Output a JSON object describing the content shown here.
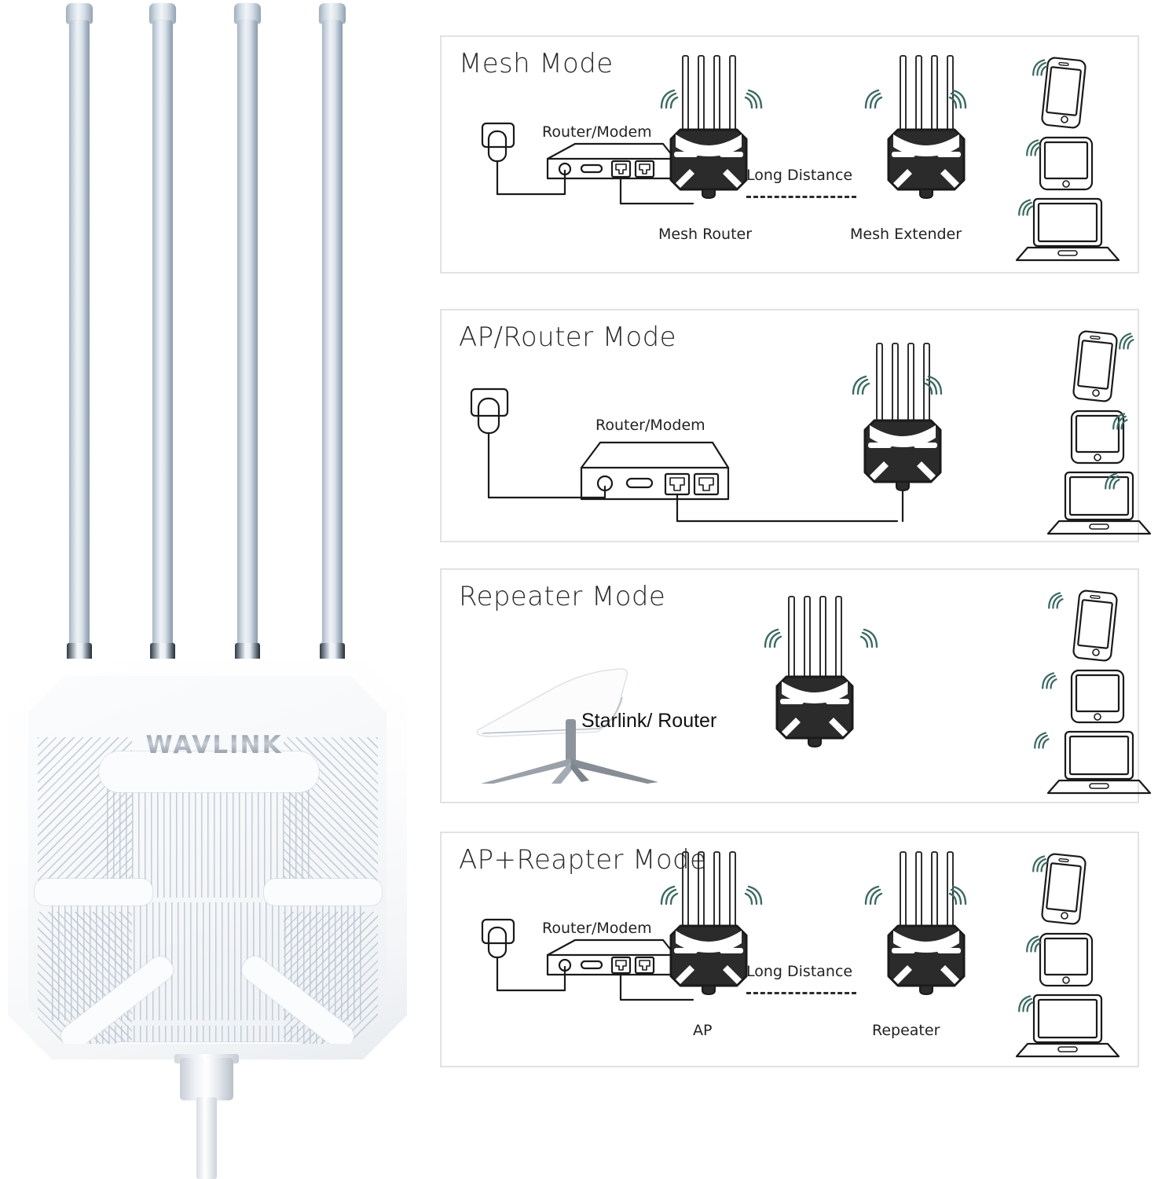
{
  "product": {
    "brand_logo": "WAVLINK",
    "antenna_count": 4,
    "colors": {
      "antenna": "#c9d4de",
      "body": "#ffffff",
      "logo_text": "#8d96a1"
    }
  },
  "diagram_colors": {
    "panel_border": "#e2e2e2",
    "line_art": "#1a1a1a",
    "wifi_arc": "#3c6a63",
    "device_fill": "#2b2b2b",
    "starlink_stand": "#8d949c"
  },
  "panels": [
    {
      "title": "Mesh Mode",
      "labels": {
        "router_modem": "Router/Modem",
        "device_left": "Mesh Router",
        "device_right": "Mesh Extender",
        "link": "Long Distance"
      },
      "icons": [
        "power-adapter-icon",
        "router-modem-icon",
        "mesh-router-icon",
        "mesh-extender-icon",
        "smartphone-icon",
        "tablet-icon",
        "laptop-icon",
        "wifi-arc-icon"
      ]
    },
    {
      "title": "AP/Router Mode",
      "labels": {
        "router_modem": "Router/Modem"
      },
      "icons": [
        "power-adapter-icon",
        "router-modem-icon",
        "access-point-icon",
        "smartphone-icon",
        "tablet-icon",
        "laptop-icon",
        "wifi-arc-icon"
      ]
    },
    {
      "title": "Repeater Mode",
      "labels": {
        "source": "Starlink/ Router"
      },
      "icons": [
        "starlink-dish-icon",
        "repeater-icon",
        "smartphone-icon",
        "tablet-icon",
        "laptop-icon",
        "wifi-arc-icon"
      ]
    },
    {
      "title": "AP+Reapter Mode",
      "labels": {
        "router_modem": "Router/Modem",
        "device_left": "AP",
        "device_right": "Repeater",
        "link": "Long Distance"
      },
      "icons": [
        "power-adapter-icon",
        "router-modem-icon",
        "access-point-icon",
        "repeater-icon",
        "smartphone-icon",
        "tablet-icon",
        "laptop-icon",
        "wifi-arc-icon"
      ]
    }
  ]
}
